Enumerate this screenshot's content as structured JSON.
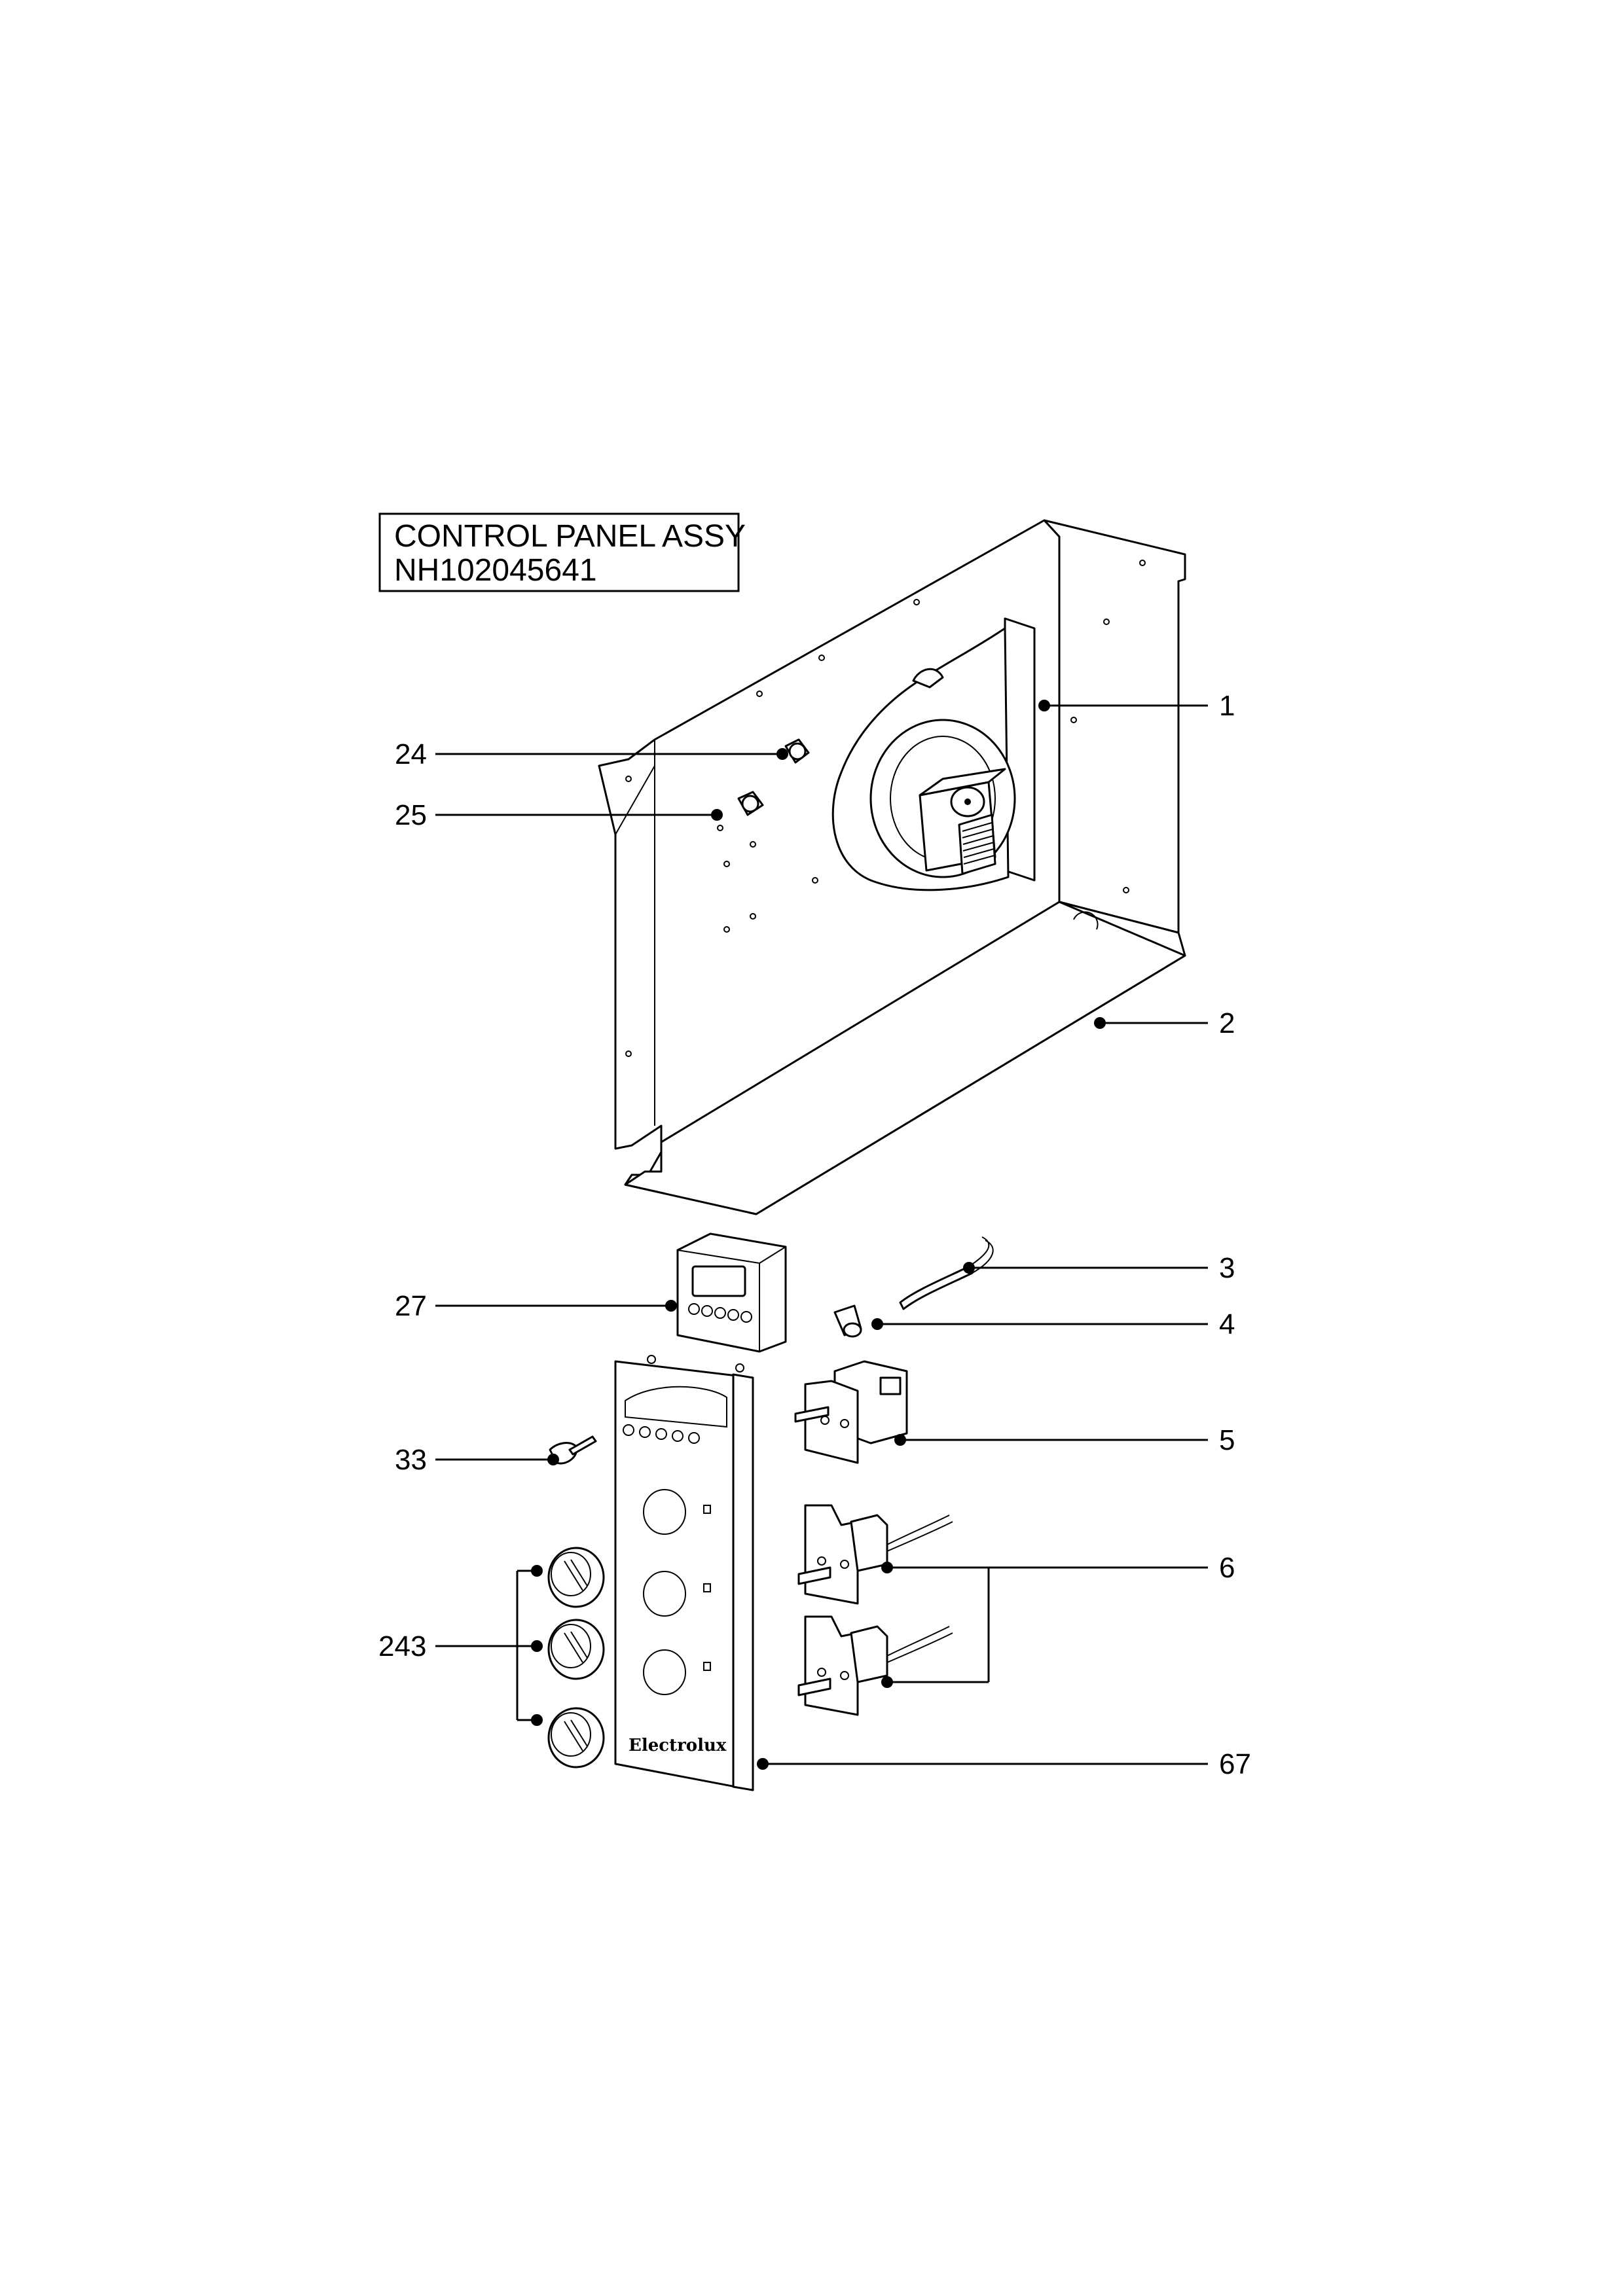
{
  "title": {
    "line1": "CONTROL PANEL ASSY",
    "line2": "NH102045641"
  },
  "brand": "Electrolux",
  "callouts": [
    {
      "id": "1",
      "part": "fan-motor-assembly"
    },
    {
      "id": "2",
      "part": "control-panel-frame"
    },
    {
      "id": "24",
      "part": "thermostat-upper"
    },
    {
      "id": "25",
      "part": "thermostat-lower"
    },
    {
      "id": "3",
      "part": "wire-lead"
    },
    {
      "id": "4",
      "part": "lamp"
    },
    {
      "id": "27",
      "part": "timer-module"
    },
    {
      "id": "5",
      "part": "selector-switch"
    },
    {
      "id": "33",
      "part": "indicator-light"
    },
    {
      "id": "6",
      "part": "energy-regulators"
    },
    {
      "id": "243",
      "part": "control-knobs"
    },
    {
      "id": "67",
      "part": "front-panel"
    }
  ]
}
